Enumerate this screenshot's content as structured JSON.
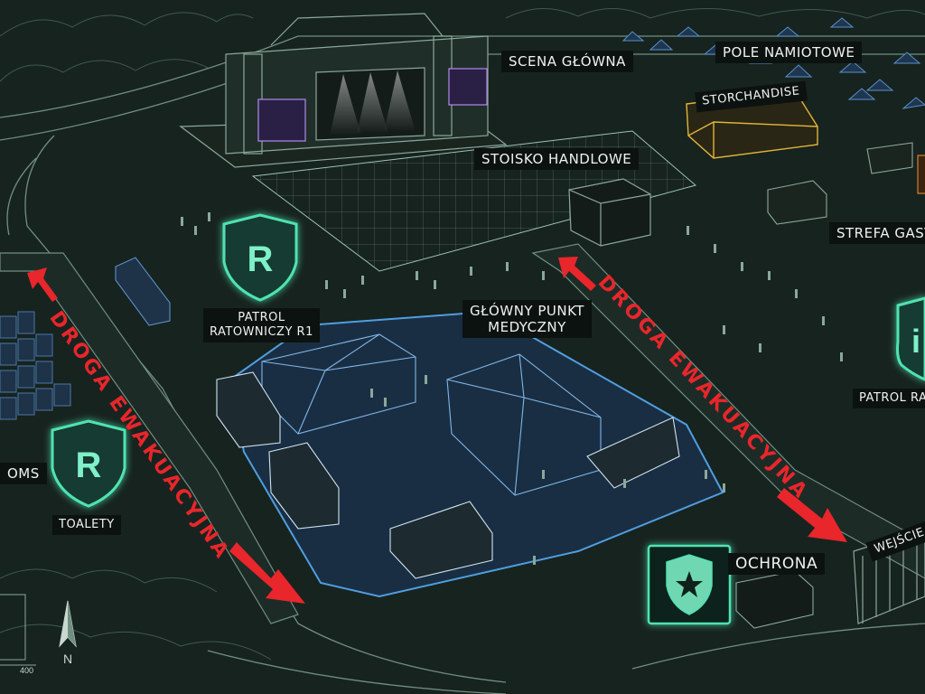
{
  "colors": {
    "background": "#17231f",
    "lineart": "#6f8f80",
    "medical_zone": "#3b82c4",
    "evac_route": "#e8262b",
    "patrol_badge": "#4fe3b0",
    "merch": "#e0b53a"
  },
  "labels": {
    "main_stage": "SCENA GŁÓWNA",
    "tent_field": "POLE NAMIOTOWE",
    "storchandise": "STORCHANDISE",
    "trade_stand": "STOISKO HANDLOWE",
    "food_zone": "STREFA GAST",
    "patrol_r1": "PATROL\nRATOWNICZY R1",
    "medical_point": "GŁÓWNY PUNKT\nMEDYCZNY",
    "patrol_right": "PATROL RAT",
    "toilets": "TOALETY",
    "toilets_left": "OMS",
    "security": "OCHRONA",
    "entrance": "WEJŚCIE",
    "evac_left": "DROGA EWAKUACYJNA",
    "evac_right": "DROGA EWAKUACYJNA",
    "badge_letter": "R",
    "badge_letter_right": "i",
    "north": "N",
    "scale_value": "400"
  },
  "icons": {
    "patrol": "shield-r-icon",
    "security": "shield-star-icon",
    "north": "north-arrow-icon"
  }
}
